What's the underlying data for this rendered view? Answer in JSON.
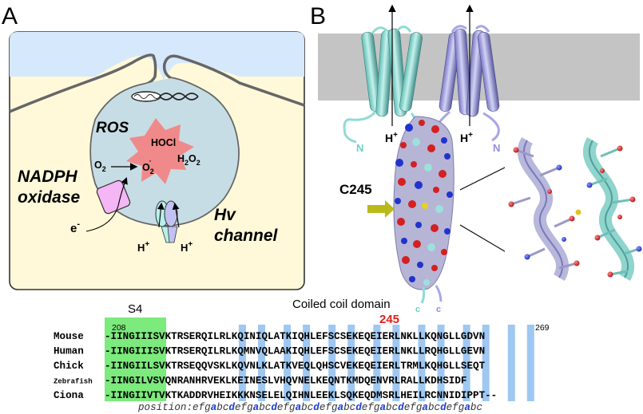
{
  "panel_a": {
    "letter": "A",
    "ros_label": "ROS",
    "hocl": "HOCl",
    "o2": "O",
    "o2_sub": "2",
    "superoxide": "O",
    "superoxide_sub": "2",
    "superoxide_sup": "·",
    "h2o2_h": "H",
    "h2o2_sub1": "2",
    "h2o2_o": "O",
    "h2o2_sub2": "2",
    "nadph_line1": "NADPH",
    "nadph_line2": "oxidase",
    "electron": "e",
    "electron_sup": "-",
    "hv_line1": "Hv",
    "hv_line2": "channel",
    "proton": "H",
    "proton_sup": "+"
  },
  "panel_b": {
    "letter": "B",
    "n_left": "N",
    "n_right": "N",
    "proton": "H",
    "proton_sup": "+",
    "c245": "C245",
    "c_left": "c",
    "c_right": "c"
  },
  "alignment": {
    "s4_label": "S4",
    "title": "Coiled coil domain",
    "num_start": "208",
    "num_mark": "245",
    "num_end": "269",
    "rows": [
      {
        "species": "Mouse",
        "seq": "-IINGIIISVKTRSERQILRLKQINIQLATKIQHLEFSCSEKEQEIERLNKLLKQNGLLGDVN"
      },
      {
        "species": "Human",
        "seq": "-IINGIIISVKTRSERQILRLKQMNVQLAAKIQHLEFSCSEKEQEIERLNKLLRQHGLLGEVN"
      },
      {
        "species": "Chick",
        "seq": "-IINGIILSVKTRSEQQVSKLKQVNLKLATKVEQLQHSCVEKEQEIERLTRMLKQHGLLSEQT"
      },
      {
        "species": "Zebrafish",
        "seq": "-IINGILVSVQNRANHRVEKLKEINESLVHQVNELKEQNTKMDQENVRLRALLKDHSIDF"
      },
      {
        "species": "Ciona",
        "seq": "-IINGIIVTVKTKADDRVHEIKKKNSELELQIHNLEEKLSQKEQDMSRLHEILRCNNIDIPPT--"
      }
    ],
    "position_label": "position:",
    "position_heptads": [
      "efg",
      "abcdefg",
      "abcdefg",
      "abcdefg",
      "abcdefg",
      "abcdefg",
      "abcdefg",
      "abc"
    ]
  }
}
